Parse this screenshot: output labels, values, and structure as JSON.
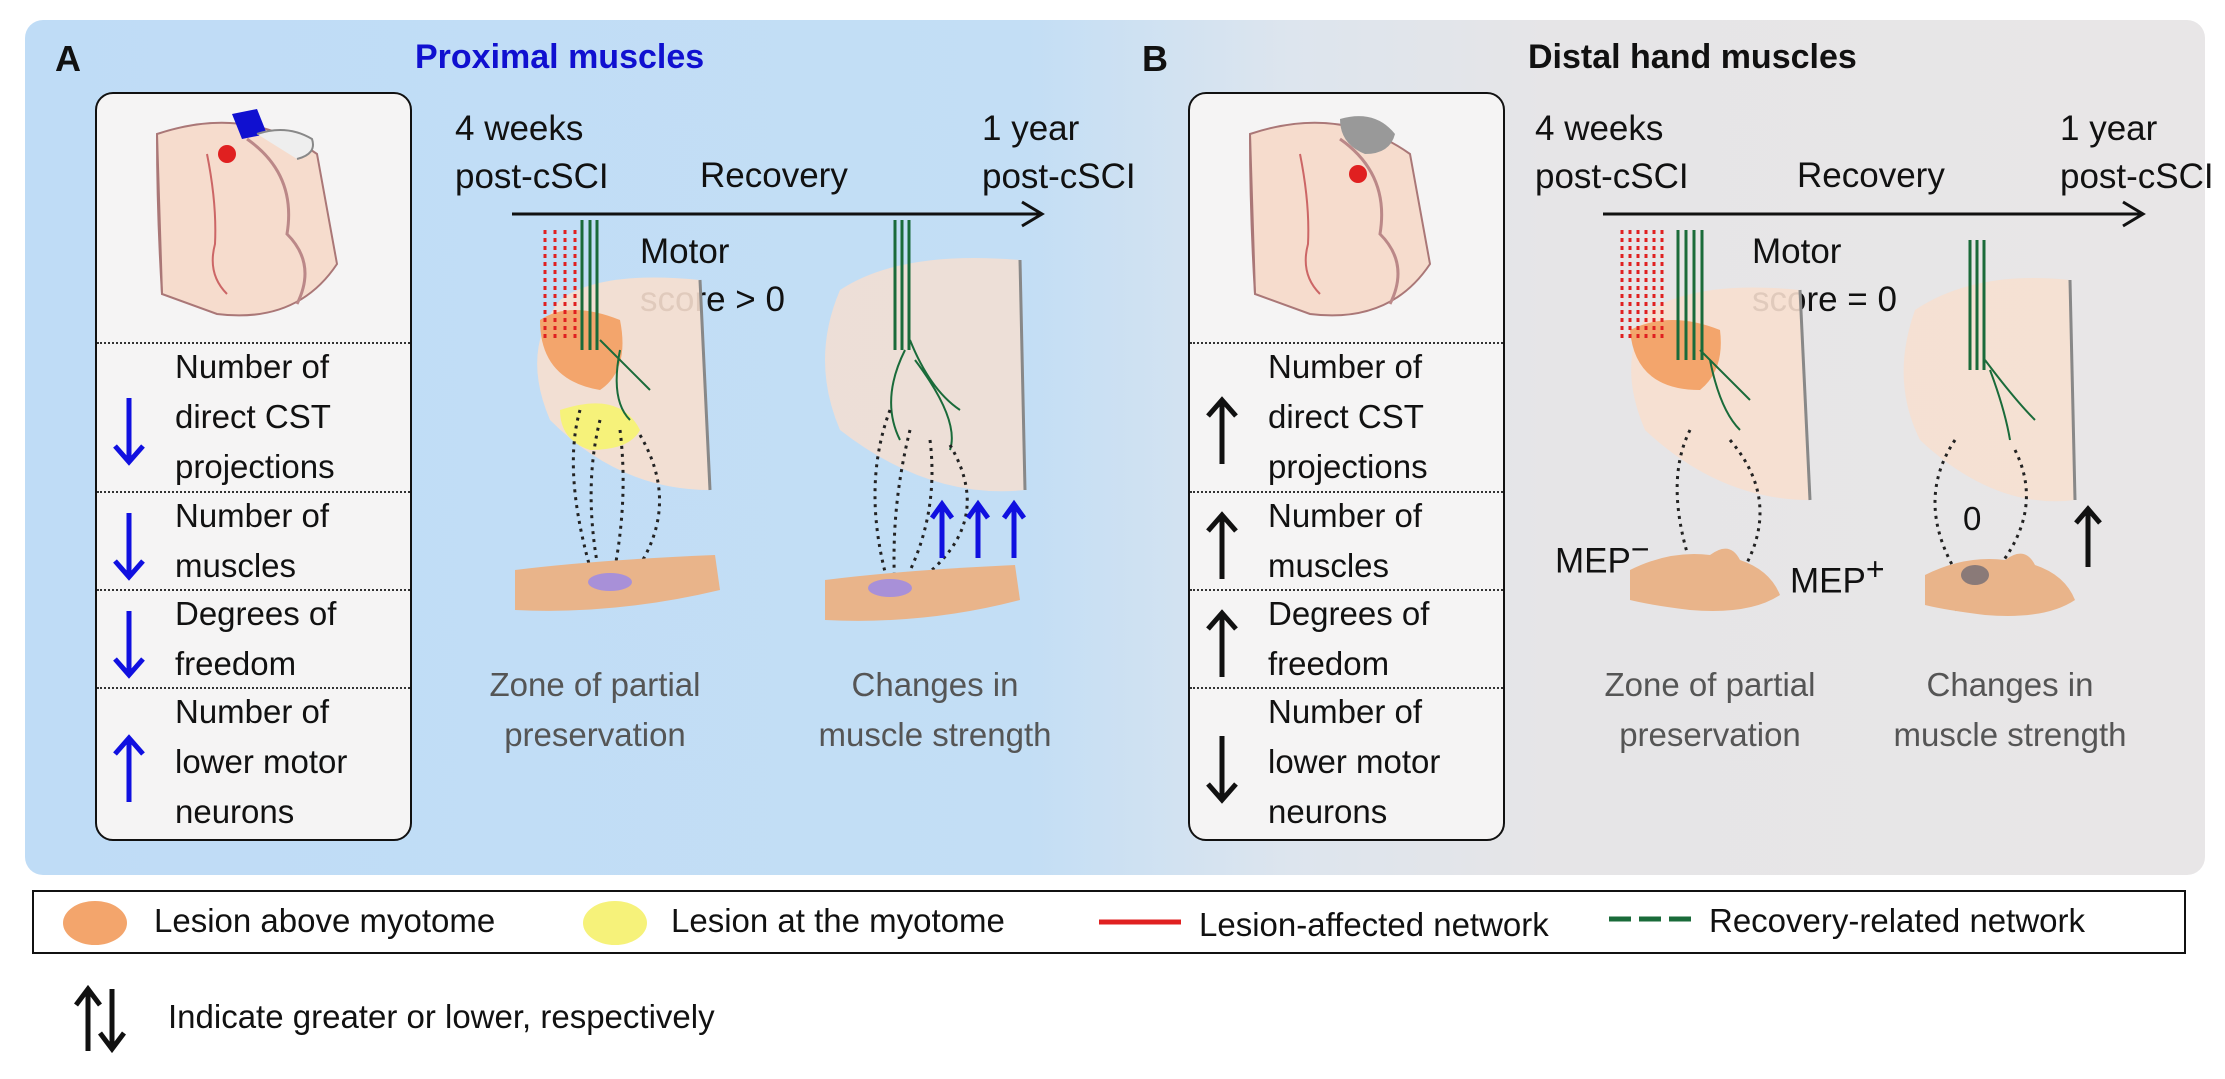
{
  "colors": {
    "decrease_arrow": "#1010e0",
    "black_arrow": "#111111",
    "lesion_above": "#f3a56c",
    "lesion_at": "#f6f27a",
    "lesion_network": "#e02020",
    "recovery_network": "#1a6b3a"
  },
  "panel_a": {
    "letter": "A",
    "title": "Proximal muscles",
    "rows": [
      {
        "arrow": "down",
        "text": "Number of\ndirect CST\nprojections"
      },
      {
        "arrow": "down",
        "text": "Number of\nmuscles"
      },
      {
        "arrow": "down",
        "text": "Degrees of\nfreedom"
      },
      {
        "arrow": "up",
        "text": "Number of\nlower motor\nneurons"
      }
    ],
    "timeline_start": "4 weeks\npost-cSCI",
    "timeline_mid": "Recovery",
    "timeline_end": "1 year\npost-cSCI",
    "motor_score": "Motor\nscore > 0",
    "caption_left": "Zone of partial\npreservation",
    "caption_right": "Changes in\nmuscle strength"
  },
  "panel_b": {
    "letter": "B",
    "title": "Distal hand muscles",
    "rows": [
      {
        "arrow": "up",
        "text": "Number of\ndirect CST\nprojections"
      },
      {
        "arrow": "up",
        "text": "Number of\nmuscles"
      },
      {
        "arrow": "up",
        "text": "Degrees of\nfreedom"
      },
      {
        "arrow": "down",
        "text": "Number of\nlower motor\nneurons"
      }
    ],
    "timeline_start": "4 weeks\npost-cSCI",
    "timeline_mid": "Recovery",
    "timeline_end": "1 year\npost-cSCI",
    "motor_score": "Motor\nscore = 0",
    "mep_minus": "MEP",
    "mep_minus_sign": "−",
    "mep_plus": "MEP",
    "mep_plus_sign": "+",
    "zero_label": "0",
    "caption_left": "Zone of partial\npreservation",
    "caption_right": "Changes in\nmuscle strength"
  },
  "legend": {
    "lesion_above": "Lesion above myotome",
    "lesion_at": "Lesion at the myotome",
    "lesion_network": "Lesion-affected network",
    "recovery_network": "Recovery-related network"
  },
  "footnote": "Indicate greater or lower, respectively"
}
